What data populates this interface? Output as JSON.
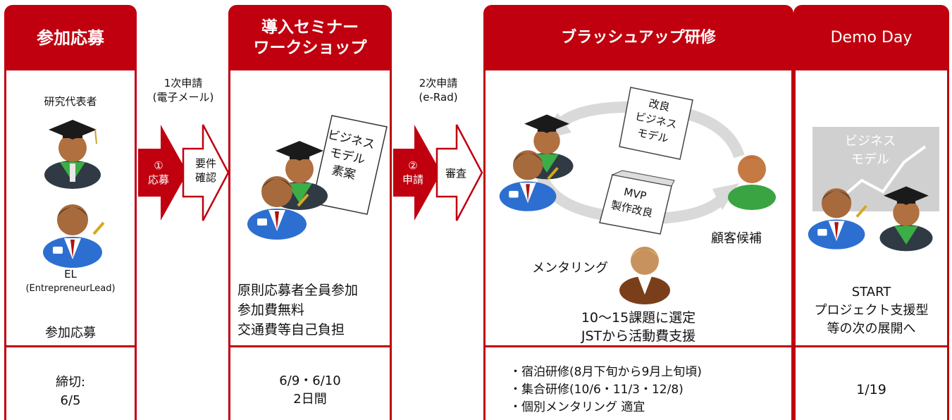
{
  "colors": {
    "accent": "#c0000f",
    "arrow_fill": "#c0000f",
    "cycle_gray": "#d9d9d9"
  },
  "columns": [
    {
      "title": "参加応募",
      "people": [
        {
          "label": "研究代表者",
          "icon": "professor-icon"
        },
        {
          "label": "EL",
          "sublabel": "(EntrepreneurLead)",
          "icon": "entrepreneur-icon"
        }
      ],
      "body": "参加応募",
      "deadline": [
        "締切:",
        "6/5"
      ]
    },
    {
      "title": [
        "導入セミナー",
        "ワークショップ"
      ],
      "doc_label": [
        "ビジネス",
        "モデル",
        "素案"
      ],
      "body": [
        "原則応募者全員参加",
        "参加費無料",
        "交通費等自己負担"
      ],
      "deadline": [
        "6/9・6/10",
        "2日間"
      ]
    },
    {
      "title": "ブラッシュアップ研修",
      "doc_label": [
        "改良",
        "ビジネス",
        "モデル"
      ],
      "box_label": [
        "MVP",
        "製作改良"
      ],
      "customer_label": "顧客候補",
      "mentoring_label": "メンタリング",
      "body": [
        "10〜15課題に選定",
        "JSTから活動費支援"
      ],
      "deadline": [
        "・宿泊研修(8月下旬から9月上旬頃)",
        "・集合研修(10/6・11/3・12/8)",
        "・個別メンタリング 適宜"
      ]
    },
    {
      "title": "Demo Day",
      "chart_label": [
        "ビジネス",
        "モデル"
      ],
      "body": [
        "START",
        "プロジェクト支援型",
        "等の次の展開へ"
      ],
      "deadline": "1/19"
    }
  ],
  "transitions": [
    {
      "above": [
        "1次申請",
        "(電子メール)"
      ],
      "step": [
        "①",
        "応募"
      ],
      "check": [
        "要件",
        "確認"
      ]
    },
    {
      "above": [
        "2次申請",
        "(e-Rad)"
      ],
      "step": [
        "②",
        "申請"
      ],
      "check": [
        "審査"
      ]
    }
  ]
}
